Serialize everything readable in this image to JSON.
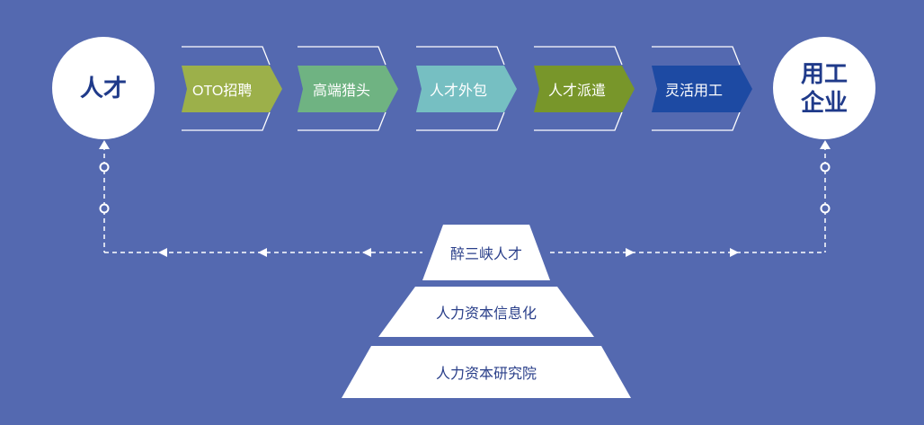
{
  "left_node": {
    "label": "人才"
  },
  "right_node": {
    "line1": "用工",
    "line2": "企业"
  },
  "steps": [
    {
      "label": "OTO招聘",
      "color": "#9cb04a"
    },
    {
      "label": "高端猎头",
      "color": "#6fb382"
    },
    {
      "label": "人才外包",
      "color": "#76bfc2"
    },
    {
      "label": "人才派遣",
      "color": "#78962a"
    },
    {
      "label": "灵活用工",
      "color": "#1d4aa3"
    }
  ],
  "pyramid": [
    {
      "label": "醉三峡人才"
    },
    {
      "label": "人力资本信息化"
    },
    {
      "label": "人力资本研究院"
    }
  ]
}
